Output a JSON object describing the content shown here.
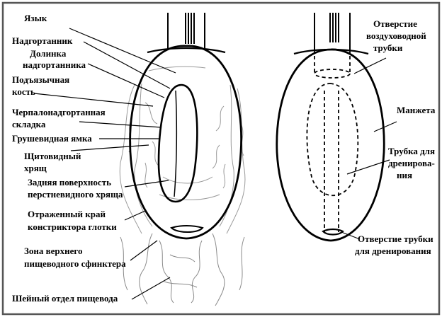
{
  "labels": {
    "tongue": "Язык",
    "epiglottis": "Надгортанник",
    "vallecula_1": "Долинка",
    "vallecula_2": "надгортанника",
    "hyoid_1": "Подъязычная",
    "hyoid_2": "кость",
    "aryepiglottic_1": "Черпалонадгортанная",
    "aryepiglottic_2": "складка",
    "piriform": "Грушевидная ямка",
    "thyroid_1": "Щитовидный",
    "thyroid_2": "хрящ",
    "cricoid_1": "Задняя поверхность",
    "cricoid_2": "перстневидного хряща",
    "constrictor_1": "Отраженный край",
    "constrictor_2": "констриктора глотки",
    "sphincter_1": "Зона верхнего",
    "sphincter_2": "пищеводного сфинктера",
    "esophagus": "Шейный отдел пищевода",
    "airway_1": "Отверстие",
    "airway_2": "воздуховодной",
    "airway_3": "трубки",
    "cuff": "Манжета",
    "drain_tube_1": "Трубка для",
    "drain_tube_2": "дренирова-",
    "drain_tube_3": "ния",
    "drain_opening_1": "Отверстие трубки",
    "drain_opening_2": "для дренирования"
  }
}
